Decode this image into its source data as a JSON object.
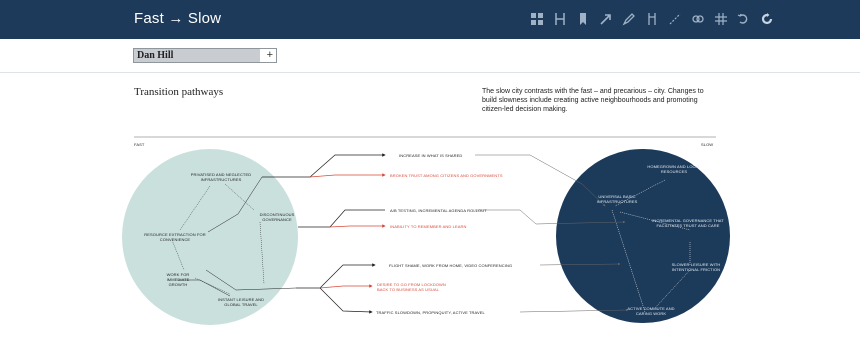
{
  "app": {
    "title": "Fast → Slow"
  },
  "toolbar": {
    "icons": [
      "grid-icon",
      "columns-icon",
      "bookmark-icon",
      "arrow-icon",
      "pen-icon",
      "columns-alt-icon",
      "stroke-icon",
      "link-icon",
      "hash-icon",
      "loop-icon",
      "refresh-icon"
    ]
  },
  "author": {
    "name": "Dan Hill",
    "add_label": "+"
  },
  "section": {
    "title": "Transition pathways",
    "intro": "The slow city contrasts with the fast – and precarious – city. Changes to build slowness include creating active neighbourhoods and promoting citizen-led decision making."
  },
  "diagram": {
    "left_label": "FAST",
    "right_label": "SLOW",
    "fast_nodes": [
      "PRIVATISED AND NEGLECTED INFRASTRUCTURES",
      "DISCONTINUOUS GOVERNANCE",
      "RESOURCE EXTRACTION FOR CONVENIENCE",
      "WORK FOR IMMEDIATE GROWTH",
      "INSTANT LEISURE AND GLOBAL TRAVEL"
    ],
    "slow_nodes": [
      "HOMEGROWN AND LOCAL RESOURCES",
      "UNIVERSAL BASIC INFRASTRUCTURES",
      "INCREMENTAL GOVERNANCE THAT FACILITATES TRUST AND CARE",
      "SLOWER LEISURE WITH INTENTIONAL FRICTION",
      "ACTIVE COMMUTE AND CARING WORK"
    ],
    "pathways": [
      "INCREASE IN WHAT IS SHARED",
      "BROKEN TRUST AMONG CITIZENS AND GOVERNMENTS",
      "A/B TESTING, INCREMENTAL AGENDA ROLLOUT",
      "INABILITY TO REMEMBER AND LEARN",
      "FLIGHT SHAME, WORK FROM HOME, VIDEO CONFERENCING",
      "DESIRE TO GO FROM LOCKDOWN BACK TO BUSINESS AS USUAL",
      "TRAFFIC SLOWDOWN, PROPINQUITY, ACTIVE TRAVEL"
    ],
    "colors": {
      "fast_circle": "#c9e0dd",
      "slow_circle": "#1c3a5a",
      "positive_line": "#222222",
      "negative_line": "#d94a3a"
    }
  }
}
